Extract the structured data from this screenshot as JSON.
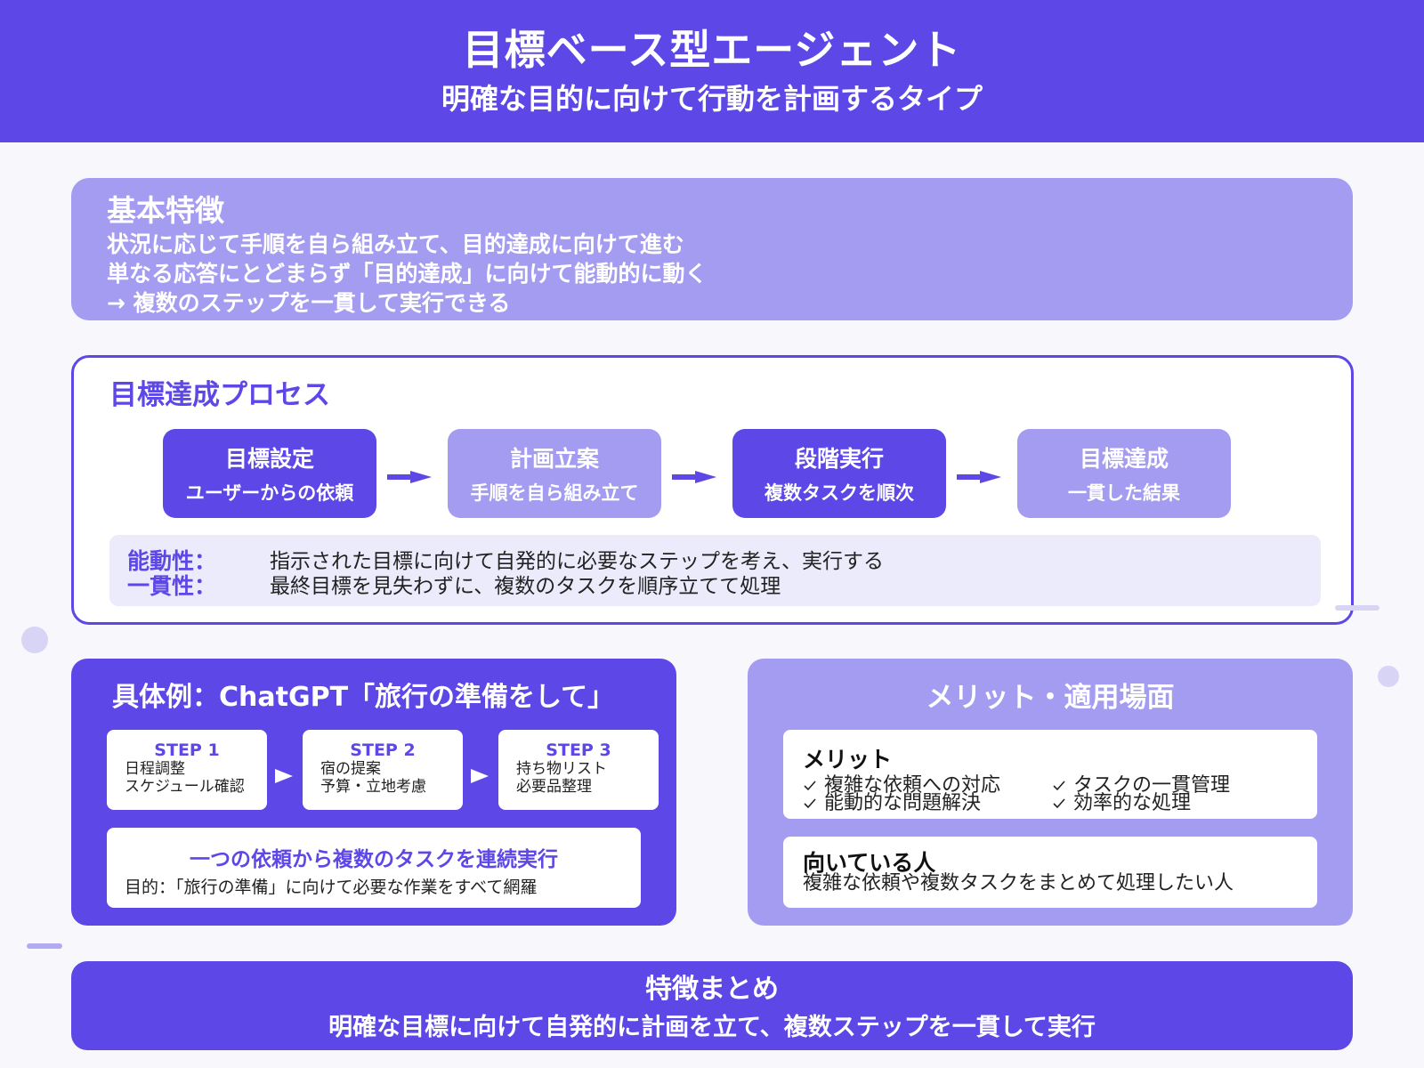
{
  "header": {
    "title": "目標ベース型エージェント",
    "subtitle": "明確な目的に向けて行動を計画するタイプ"
  },
  "basic": {
    "heading": "基本特徴",
    "lines": [
      "状況に応じて手順を自ら組み立て、目的達成に向けて進む",
      "単なる応答にとどまらず「目的達成」に向けて能動的に動く",
      "→ 複数のステップを一貫して実行できる"
    ]
  },
  "process": {
    "heading": "目標達成プロセス",
    "steps": [
      {
        "title": "目標設定",
        "desc": "ユーザーからの依頼"
      },
      {
        "title": "計画立案",
        "desc": "手順を自ら組み立て"
      },
      {
        "title": "段階実行",
        "desc": "複数タスクを順次"
      },
      {
        "title": "目標達成",
        "desc": "一貫した結果"
      }
    ],
    "traits": [
      {
        "key": "能動性：",
        "value": "指示された目標に向けて自発的に必要なステップを考え、実行する"
      },
      {
        "key": "一貫性：",
        "value": "最終目標を見失わずに、複数のタスクを順序立てて処理"
      }
    ]
  },
  "example": {
    "heading": "具体例：ChatGPT「旅行の準備をして」",
    "steps": [
      {
        "label": "STEP 1",
        "lines": [
          "日程調整",
          "スケジュール確認"
        ]
      },
      {
        "label": "STEP 2",
        "lines": [
          "宿の提案",
          "予算・立地考慮"
        ]
      },
      {
        "label": "STEP 3",
        "lines": [
          "持ち物リスト",
          "必要品整理"
        ]
      }
    ],
    "summary_title": "一つの依頼から複数のタスクを連続実行",
    "summary_text": "目的：「旅行の準備」に向けて必要な作業をすべて網羅"
  },
  "merit": {
    "heading": "メリット・適用場面",
    "merit_title": "メリット",
    "merit_items": [
      "複雑な依頼への対応",
      "能動的な問題解決",
      "タスクの一貫管理",
      "効率的な処理"
    ],
    "target_title": "向いている人",
    "target_text": "複雑な依頼や複数タスクをまとめて処理したい人"
  },
  "footer": {
    "title": "特徴まとめ",
    "text": "明確な目標に向けて自発的に計画を立て、複数ステップを一貫して実行"
  },
  "colors": {
    "primary": "#5d47e6",
    "light": "#a49cf0",
    "pale": "#ecebfb",
    "background": "#f7f7fc"
  }
}
